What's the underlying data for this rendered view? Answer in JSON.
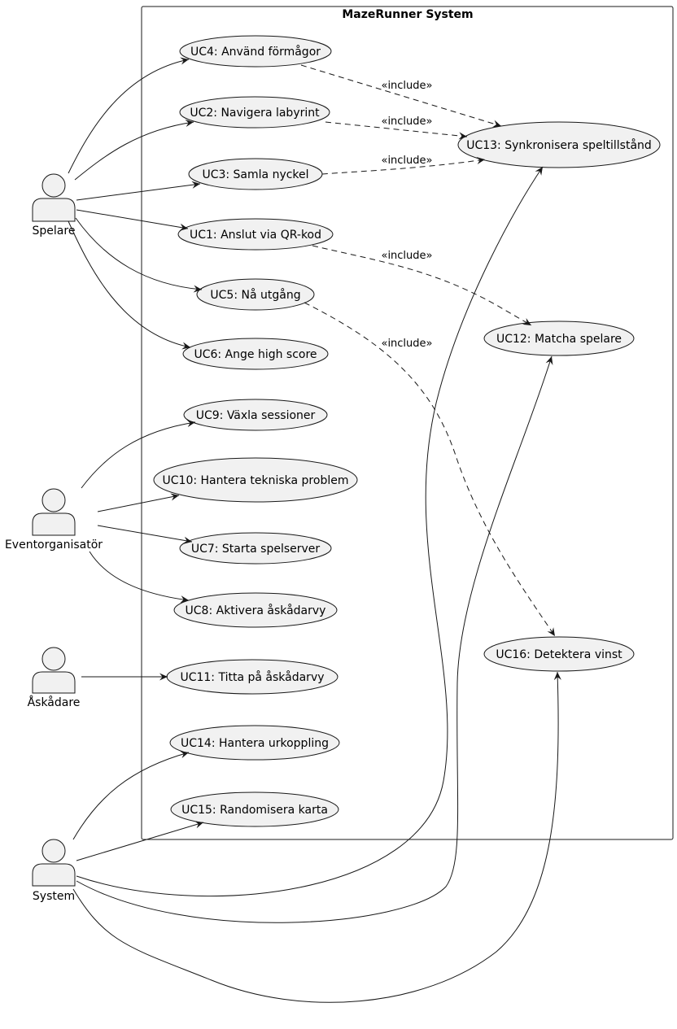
{
  "system": {
    "title": "MazeRunner System"
  },
  "actors": {
    "spelare": "Spelare",
    "eventorganisator": "Eventorganisatör",
    "askadare": "Åskådare",
    "system": "System"
  },
  "use_cases": {
    "uc4": "UC4: Använd förmågor",
    "uc2": "UC2: Navigera labyrint",
    "uc3": "UC3: Samla nyckel",
    "uc1": "UC1: Anslut via QR-kod",
    "uc5": "UC5: Nå utgång",
    "uc6": "UC6: Ange high score",
    "uc9": "UC9: Växla sessioner",
    "uc10": "UC10: Hantera tekniska problem",
    "uc7": "UC7: Starta spelserver",
    "uc8": "UC8: Aktivera åskådarvy",
    "uc11": "UC11: Titta på åskådarvy",
    "uc14": "UC14: Hantera urkoppling",
    "uc15": "UC15: Randomisera karta",
    "uc13": "UC13: Synkronisera speltillstånd",
    "uc12": "UC12: Matcha spelare",
    "uc16": "UC16: Detektera vinst"
  },
  "relations": {
    "include_label": "«include»"
  },
  "colors": {
    "fill": "#f1f1f1",
    "stroke": "#181818",
    "background": "#ffffff"
  }
}
